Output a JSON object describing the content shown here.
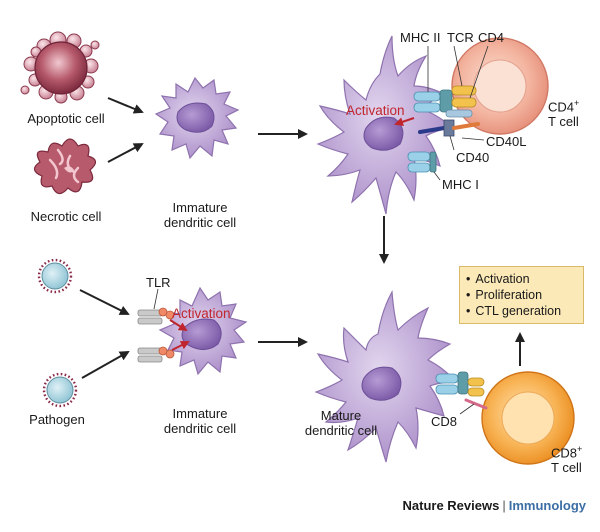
{
  "colors": {
    "dc_fill": "#c8b4dc",
    "dc_stroke": "#9478b4",
    "dc_nucleus": "#9c7cc0",
    "apoptotic_fill": "#a8485c",
    "necrotic_fill": "#b25060",
    "pathogen_fill": "#a9d4e0",
    "cd4_tcell_fill": "#f4b7a0",
    "cd8_tcell_fill": "#f5a13a",
    "arrow": "#222222",
    "activation_arrow": "#c0262d",
    "outcome_box_fill": "#fbe9b7"
  },
  "labels": {
    "apoptotic_cell": "Apoptotic cell",
    "necrotic_cell": "Necrotic cell",
    "immature_dc_top_line1": "Immature",
    "immature_dc_top_line2": "dendritic cell",
    "pathogen": "Pathogen",
    "immature_dc_bottom_line1": "Immature",
    "immature_dc_bottom_line2": "dendritic cell",
    "tlr": "TLR",
    "activation_bottom": "Activation",
    "activation_top": "Activation",
    "mhc_ii": "MHC II",
    "tcr": "TCR",
    "cd4": "CD4",
    "cd4_tcell_line1": "CD4",
    "cd4_tcell_sup": "+",
    "cd4_tcell_line2": "T cell",
    "cd40l": "CD40L",
    "cd40": "CD40",
    "mhc_i": "MHC I",
    "mature_dc_line1": "Mature",
    "mature_dc_line2": "dendritic cell",
    "cd8": "CD8",
    "cd8_tcell_line1": "CD8",
    "cd8_tcell_sup": "+",
    "cd8_tcell_line2": "T cell"
  },
  "outcomes": [
    "Activation",
    "Proliferation",
    "CTL generation"
  ],
  "credit": {
    "publisher": "Nature Reviews",
    "separator": "|",
    "journal": "Immunology"
  }
}
